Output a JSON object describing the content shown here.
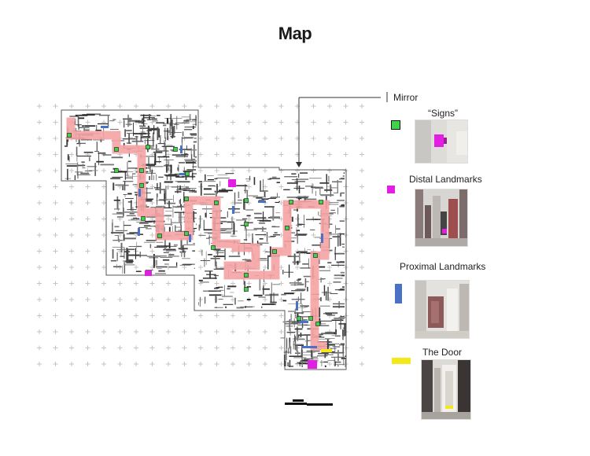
{
  "title": "Map",
  "mirror_label": "Mirror",
  "legend": {
    "signs": {
      "label": "“Signs”",
      "color": "#3fd24a"
    },
    "distal": {
      "label": "Distal Landmarks",
      "color": "#e21ee2"
    },
    "proximal": {
      "label": "Proximal Landmarks",
      "color": "#4a72c4"
    },
    "door": {
      "label": "The Door",
      "color": "#f2e81a"
    }
  },
  "colors": {
    "path": "#f5a3a3",
    "grid_cross": "#bfbfbf",
    "wall": "#3a3a3a",
    "outline": "#555555"
  }
}
